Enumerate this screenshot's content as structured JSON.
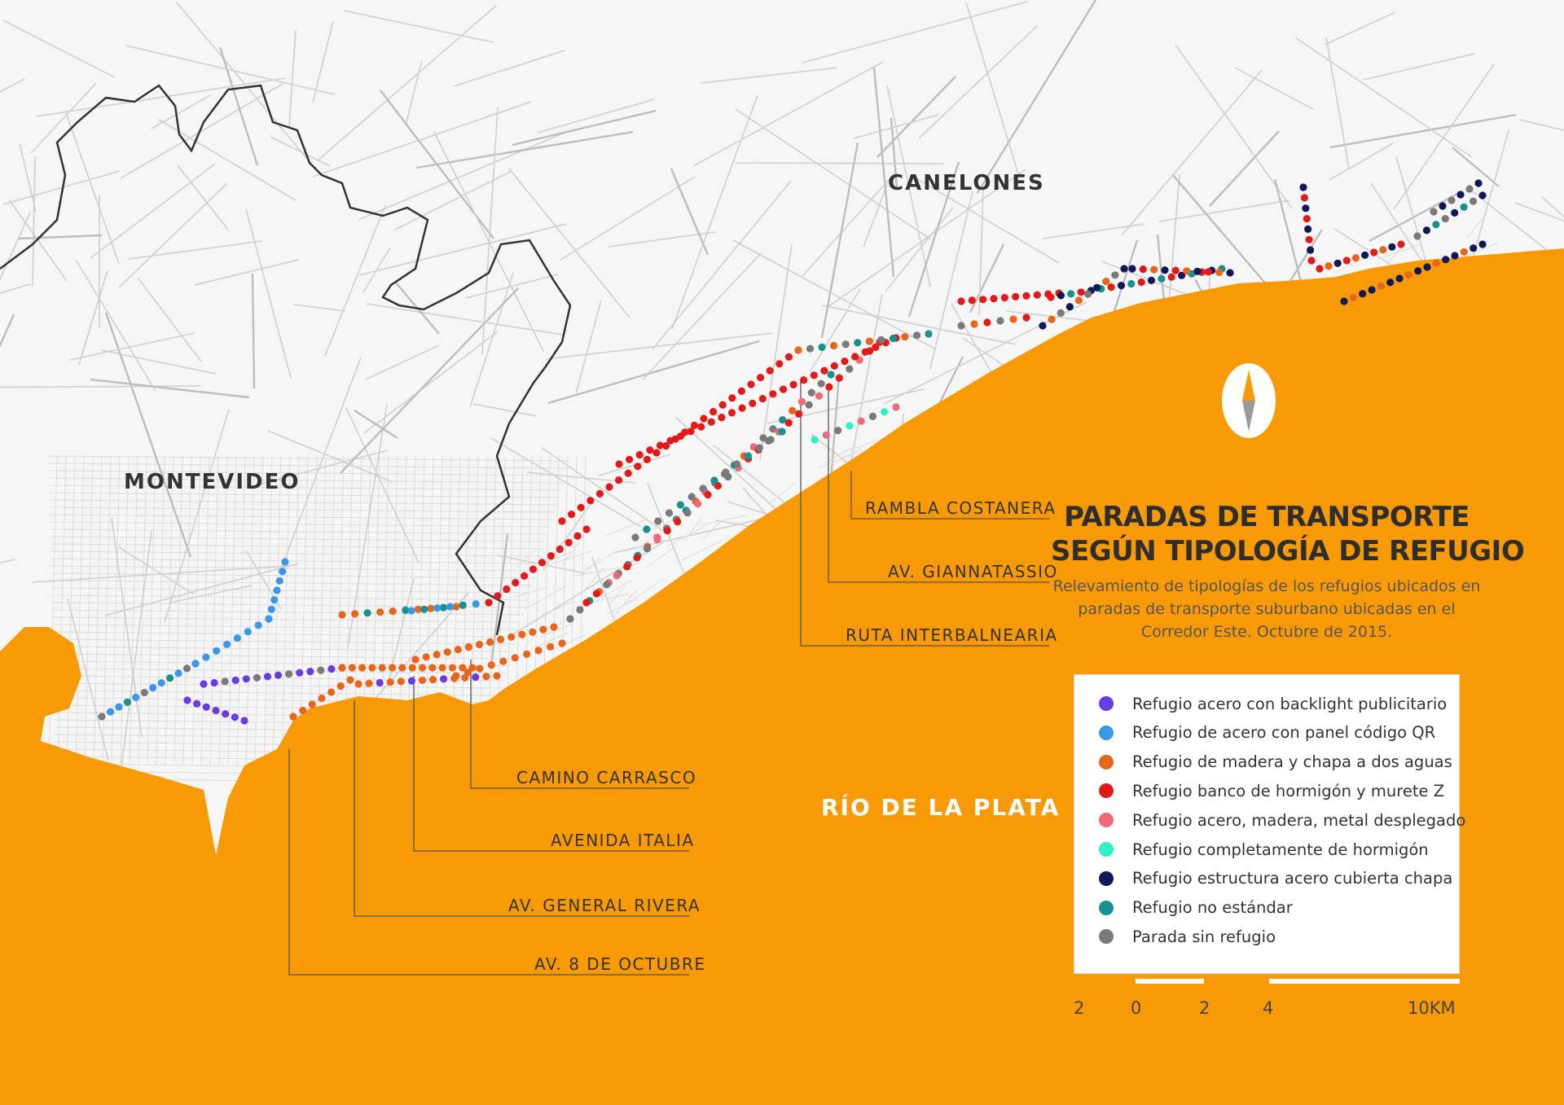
{
  "map": {
    "title_line1": "PARADAS DE TRANSPORTE",
    "title_line2": "SEGÚN TIPOLOGÍA DE REFUGIO",
    "subtitle": "Relevamiento de tipologías de los refugios ubicados en paradas de transporte suburbano ubicadas en el Corredor Este. Octubre de 2015.",
    "regions": {
      "canelones": "CANELONES",
      "montevideo": "MONTEVIDEO",
      "river": "RÍO DE LA PLATA"
    },
    "streets": {
      "rambla": "RAMBLA COSTANERA",
      "giannattasio": "AV. GIANNATASSIO",
      "interbalnearia": "RUTA INTERBALNEARIA",
      "carrasco": "CAMINO CARRASCO",
      "italia": "AVENIDA ITALIA",
      "rivera": "AV. GENERAL RIVERA",
      "octubre": "AV. 8 DE OCTUBRE"
    },
    "legend": [
      {
        "key": "backlight",
        "label": "Refugio acero con backlight publicitario",
        "color": "#6a3be0"
      },
      {
        "key": "qr",
        "label": "Refugio de acero con panel código QR",
        "color": "#3b98e8"
      },
      {
        "key": "madera",
        "label": "Refugio de madera y chapa a dos aguas",
        "color": "#e8661a"
      },
      {
        "key": "hormigon_z",
        "label": "Refugio banco de hormigón y murete Z",
        "color": "#e21a1a"
      },
      {
        "key": "desplegado",
        "label": "Refugio acero, madera, metal desplegado",
        "color": "#ee6a78"
      },
      {
        "key": "hormigon",
        "label": "Refugio completamente de hormigón",
        "color": "#2ef0c8"
      },
      {
        "key": "chapa",
        "label": "Refugio estructura acero cubierta chapa",
        "color": "#10185a"
      },
      {
        "key": "no_estandar",
        "label": "Refugio no estándar",
        "color": "#179090"
      },
      {
        "key": "sin_refugio",
        "label": "Parada sin refugio",
        "color": "#7a7a7a"
      }
    ],
    "scale": {
      "labels": [
        "2",
        "0",
        "2",
        "4",
        "10KM"
      ]
    },
    "colors": {
      "river": "#f89a05",
      "land": "#f6f6f6",
      "roads": "#cfcfcf"
    },
    "icons": [
      "compass-icon"
    ]
  }
}
